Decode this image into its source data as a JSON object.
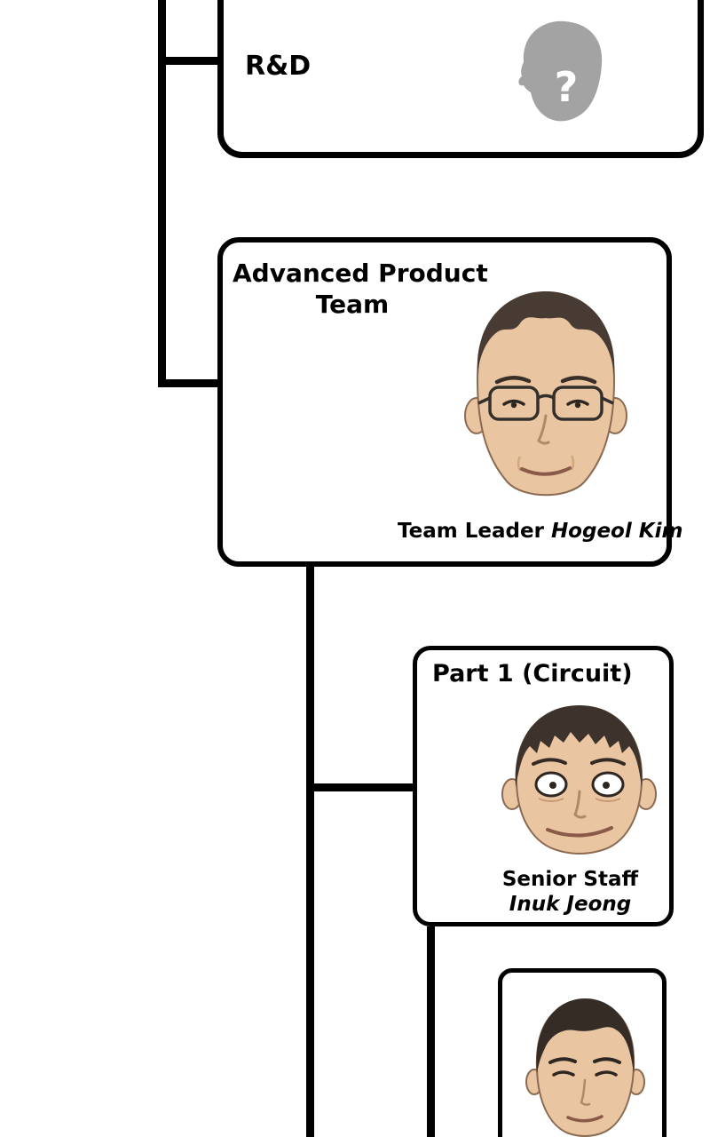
{
  "colors": {
    "background": "#ffffff",
    "line": "#000000",
    "silhouette_gray": "#a3a3a3",
    "skin": "#eac5a2",
    "hair_dark": "#3f342c"
  },
  "nodes": {
    "rnd": {
      "title": "R&D",
      "unknown_mark": "?"
    },
    "advanced_product_team": {
      "title_lines": [
        "Advanced Product",
        "Team"
      ],
      "role": "Team Leader",
      "name": "Hogeol Kim"
    },
    "part_1_circuit": {
      "title": "Part 1 (Circuit)",
      "role": "Senior Staff",
      "name": "Inuk Jeong"
    }
  }
}
